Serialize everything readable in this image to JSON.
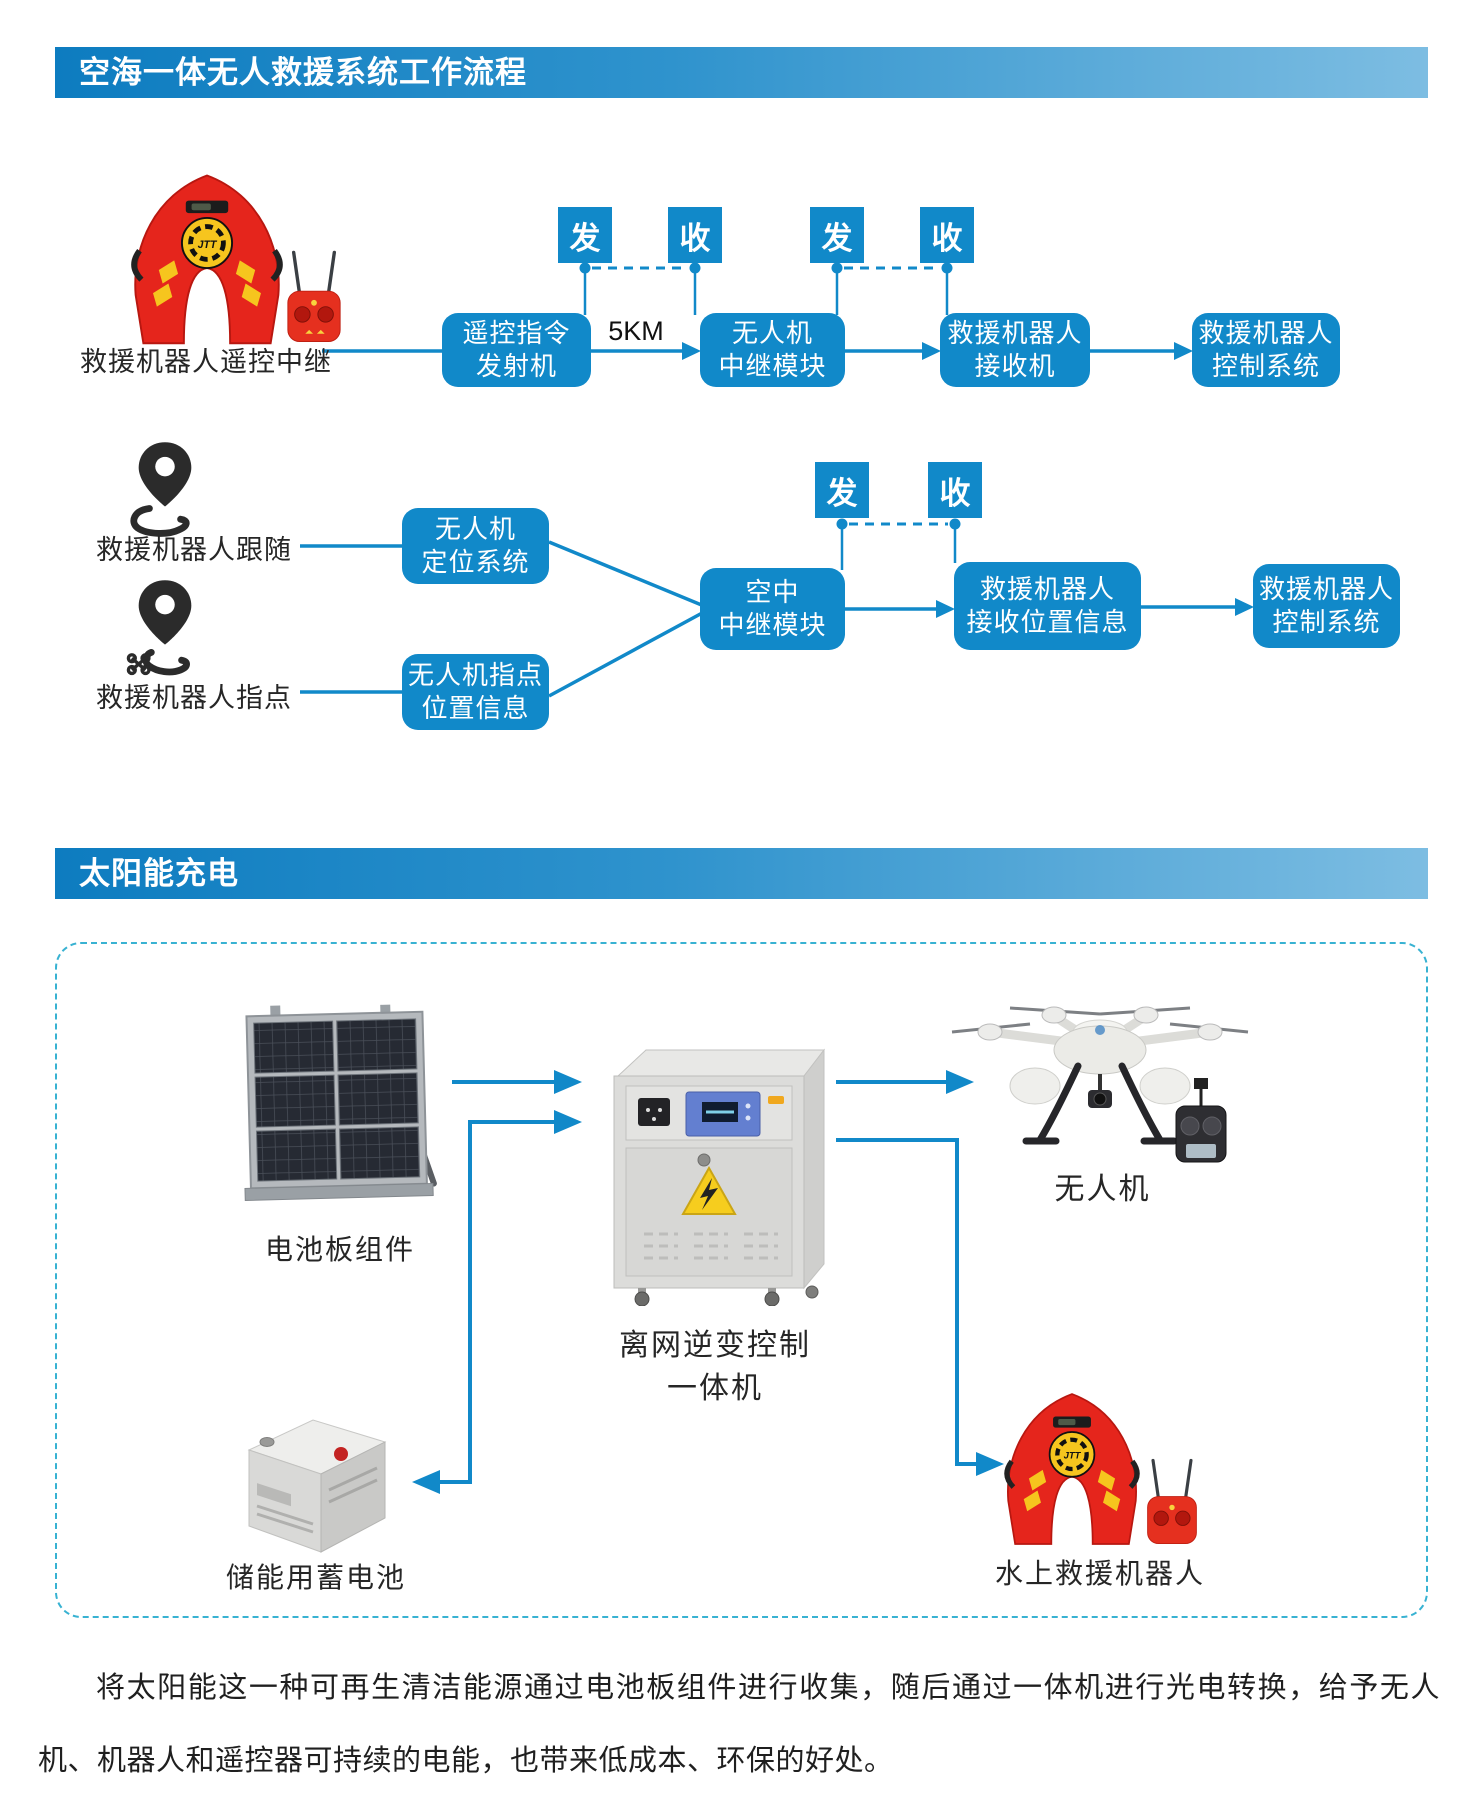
{
  "colors": {
    "flow_blue": "#1189c9",
    "header_gradient_start": "#0d7cc0",
    "header_gradient_end": "#7dbde2",
    "dashed_border": "#38b2d2",
    "robot_red": "#e5251c",
    "badge_yellow": "#f6c51e"
  },
  "flow_header": "空海一体无人救援系统工作流程",
  "solar_header": "太阳能充电",
  "send": "发",
  "receive": "收",
  "distance": "5KM",
  "flow1": {
    "source": "救援机器人遥控中继",
    "box1": {
      "l1": "遥控指令",
      "l2": "发射机"
    },
    "box2": {
      "l1": "无人机",
      "l2": "中继模块"
    },
    "box3": {
      "l1": "救援机器人",
      "l2": "接收机"
    },
    "box4": {
      "l1": "救援机器人",
      "l2": "控制系统"
    }
  },
  "flow2": {
    "source1": "救援机器人跟随",
    "source2": "救援机器人指点",
    "box_positioning": {
      "l1": "无人机",
      "l2": "定位系统"
    },
    "box_pointing": {
      "l1": "无人机指点",
      "l2": "位置信息"
    },
    "box_air_relay": {
      "l1": "空中",
      "l2": "中继模块"
    },
    "box_receive_position": {
      "l1": "救援机器人",
      "l2": "接收位置信息"
    },
    "box_control": {
      "l1": "救援机器人",
      "l2": "控制系统"
    }
  },
  "solar": {
    "panel_label": "电池板组件",
    "inverter_label_l1": "离网逆变控制",
    "inverter_label_l2": "一体机",
    "battery_label": "储能用蓄电池",
    "drone_label": "无人机",
    "robot_label": "水上救援机器人"
  },
  "robot_logo": "JTT",
  "paragraph": "将太阳能这一种可再生清洁能源通过电池板组件进行收集，随后通过一体机进行光电转换，给予无人机、机器人和遥控器可持续的电能，也带来低成本、环保的好处。"
}
